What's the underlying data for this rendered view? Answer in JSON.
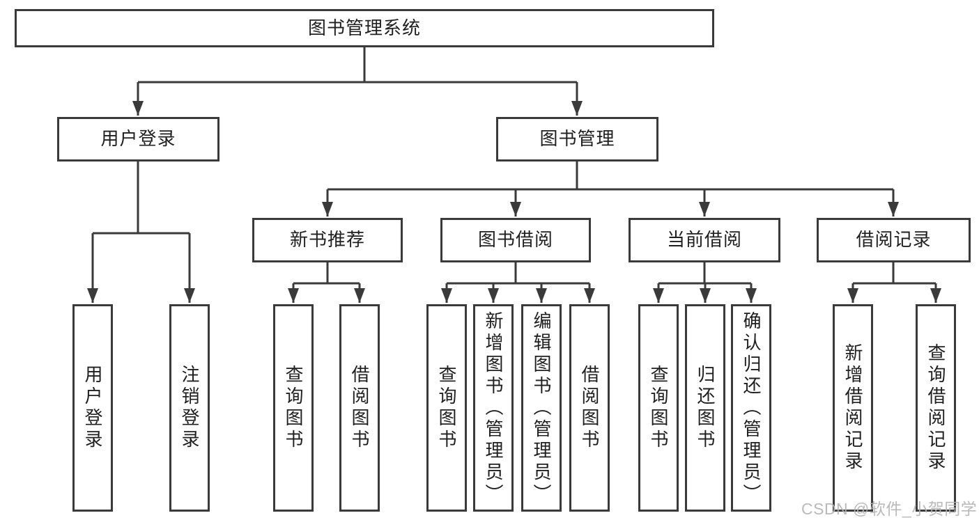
{
  "tree": {
    "label": "图书管理系统",
    "children": [
      {
        "label": "用户登录",
        "children": [
          {
            "label": "用户登录"
          },
          {
            "label": "注销登录"
          }
        ]
      },
      {
        "label": "图书管理",
        "children": [
          {
            "label": "新书推荐",
            "children": [
              {
                "label": "查询图书"
              },
              {
                "label": "借阅图书"
              }
            ]
          },
          {
            "label": "图书借阅",
            "children": [
              {
                "label": "查询图书"
              },
              {
                "label": "新增图书（管理员）"
              },
              {
                "label": "编辑图书（管理员）"
              },
              {
                "label": "借阅图书"
              }
            ]
          },
          {
            "label": "当前借阅",
            "children": [
              {
                "label": "查询图书"
              },
              {
                "label": "归还图书"
              },
              {
                "label": "确认归还（管理员）"
              }
            ]
          },
          {
            "label": "借阅记录",
            "children": [
              {
                "label": "新增借阅记录"
              },
              {
                "label": "查询借阅记录"
              }
            ]
          }
        ]
      }
    ]
  },
  "watermark": {
    "text": "CSDN @软件_小贺同学"
  },
  "colors": {
    "line": "#3a3a3a",
    "text": "#1f1f1f",
    "box_fill": "#ffffff",
    "watermark": "#b3b3b3",
    "background": "#ffffff"
  }
}
